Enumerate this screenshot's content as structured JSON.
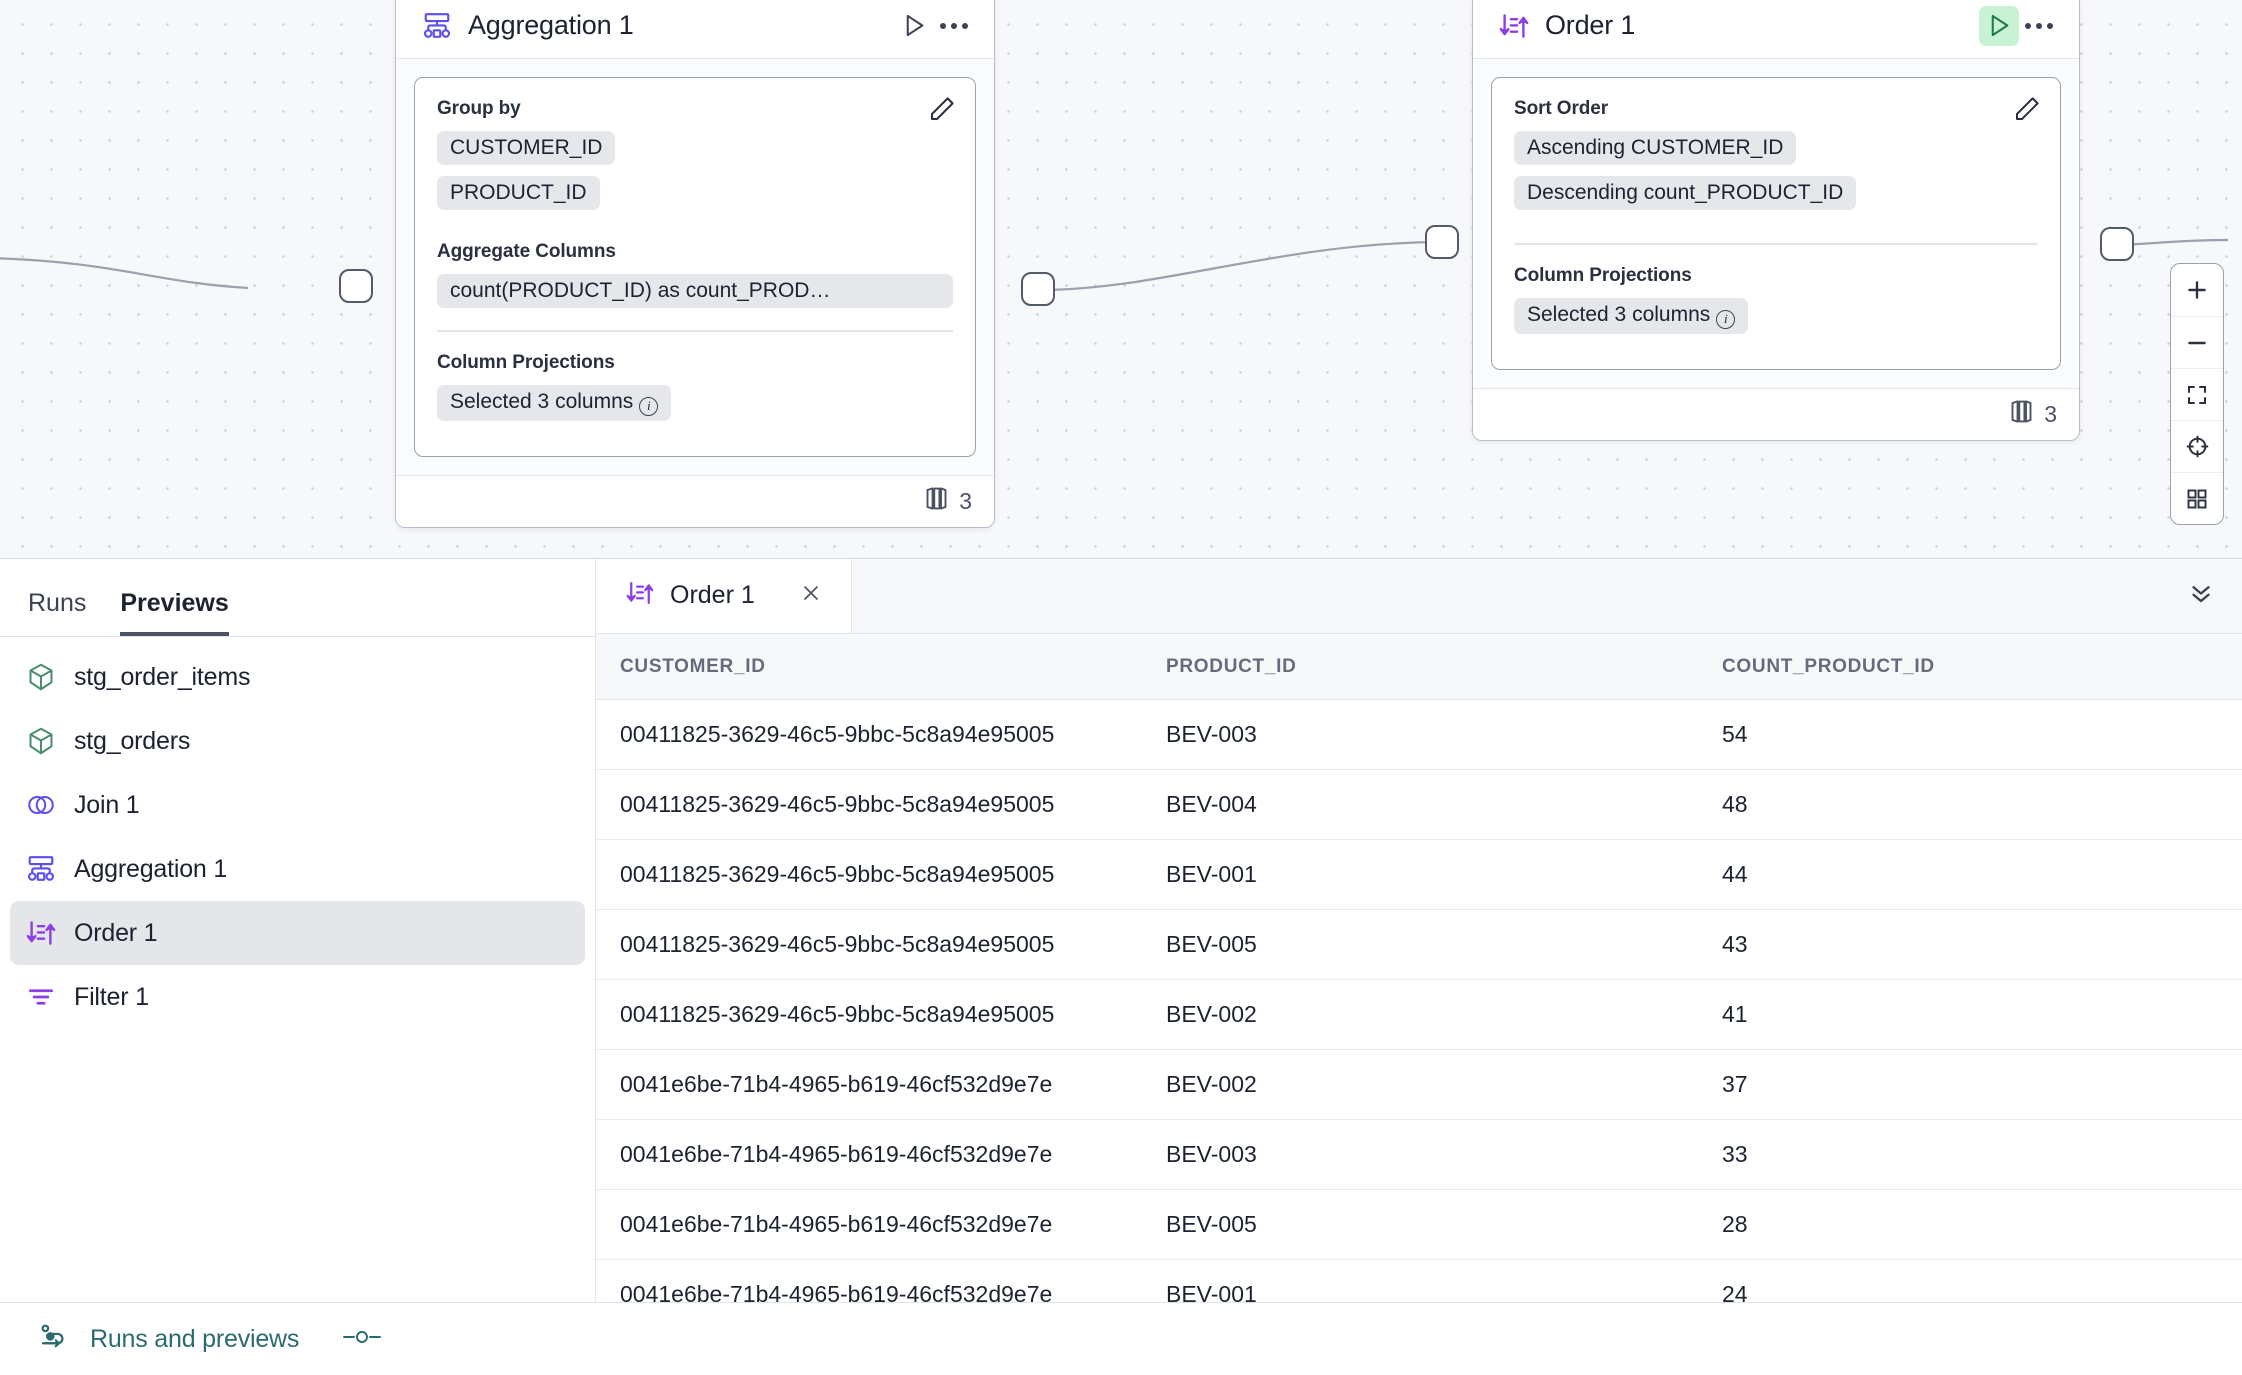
{
  "canvas": {
    "nodes": [
      {
        "id": "aggregation-1",
        "title": "Aggregation 1",
        "icon": "aggregation-icon",
        "run_state": "idle",
        "sections": [
          {
            "label": "Group by",
            "pills": [
              "CUSTOMER_ID",
              "PRODUCT_ID"
            ]
          },
          {
            "label": "Aggregate Columns",
            "pills": [
              "count(PRODUCT_ID) as count_PROD…"
            ]
          },
          {
            "label": "Column Projections",
            "pills": [
              "Selected 3 columns"
            ]
          }
        ],
        "column_count": "3"
      },
      {
        "id": "order-1",
        "title": "Order 1",
        "icon": "sort-icon",
        "run_state": "active",
        "sections": [
          {
            "label": "Sort Order",
            "pills": [
              "Ascending CUSTOMER_ID",
              "Descending count_PRODUCT_ID"
            ]
          },
          {
            "label": "Column Projections",
            "pills": [
              "Selected 3 columns"
            ]
          }
        ],
        "column_count": "3"
      }
    ],
    "zoom_toolbar": [
      {
        "name": "zoom-in-button",
        "glyph": "plus"
      },
      {
        "name": "zoom-out-button",
        "glyph": "minus"
      },
      {
        "name": "fit-to-screen-button",
        "glyph": "fit"
      },
      {
        "name": "recenter-button",
        "glyph": "target"
      },
      {
        "name": "minimap-button",
        "glyph": "grid"
      }
    ]
  },
  "dock": {
    "tabs": [
      {
        "label": "Runs",
        "active": false
      },
      {
        "label": "Previews",
        "active": true
      }
    ],
    "preview_items": [
      {
        "label": "stg_order_items",
        "icon": "table-cube-icon",
        "selected": false
      },
      {
        "label": "stg_orders",
        "icon": "table-cube-icon",
        "selected": false
      },
      {
        "label": "Join 1",
        "icon": "join-icon",
        "selected": false
      },
      {
        "label": "Aggregation 1",
        "icon": "aggregation-icon",
        "selected": false
      },
      {
        "label": "Order 1",
        "icon": "sort-icon",
        "selected": true
      },
      {
        "label": "Filter 1",
        "icon": "filter-icon",
        "selected": false
      }
    ],
    "open_tab": {
      "label": "Order 1",
      "icon": "sort-icon"
    },
    "table": {
      "columns": [
        "CUSTOMER_ID",
        "PRODUCT_ID",
        "COUNT_PRODUCT_ID"
      ],
      "rows": [
        [
          "00411825-3629-46c5-9bbc-5c8a94e95005",
          "BEV-003",
          "54"
        ],
        [
          "00411825-3629-46c5-9bbc-5c8a94e95005",
          "BEV-004",
          "48"
        ],
        [
          "00411825-3629-46c5-9bbc-5c8a94e95005",
          "BEV-001",
          "44"
        ],
        [
          "00411825-3629-46c5-9bbc-5c8a94e95005",
          "BEV-005",
          "43"
        ],
        [
          "00411825-3629-46c5-9bbc-5c8a94e95005",
          "BEV-002",
          "41"
        ],
        [
          "0041e6be-71b4-4965-b619-46cf532d9e7e",
          "BEV-002",
          "37"
        ],
        [
          "0041e6be-71b4-4965-b619-46cf532d9e7e",
          "BEV-003",
          "33"
        ],
        [
          "0041e6be-71b4-4965-b619-46cf532d9e7e",
          "BEV-005",
          "28"
        ],
        [
          "0041e6be-71b4-4965-b619-46cf532d9e7e",
          "BEV-001",
          "24"
        ]
      ]
    }
  },
  "statusbar": {
    "label": "Runs and previews",
    "toggle_state": "on"
  },
  "colors": {
    "accent_purple": "#5b4df0",
    "node_purple": "#8c3ee8",
    "table_green": "#4a8c6a",
    "teal": "#2a6b72",
    "run_active_bg": "#c9f2d4",
    "run_active_fg": "#1f7a46"
  }
}
